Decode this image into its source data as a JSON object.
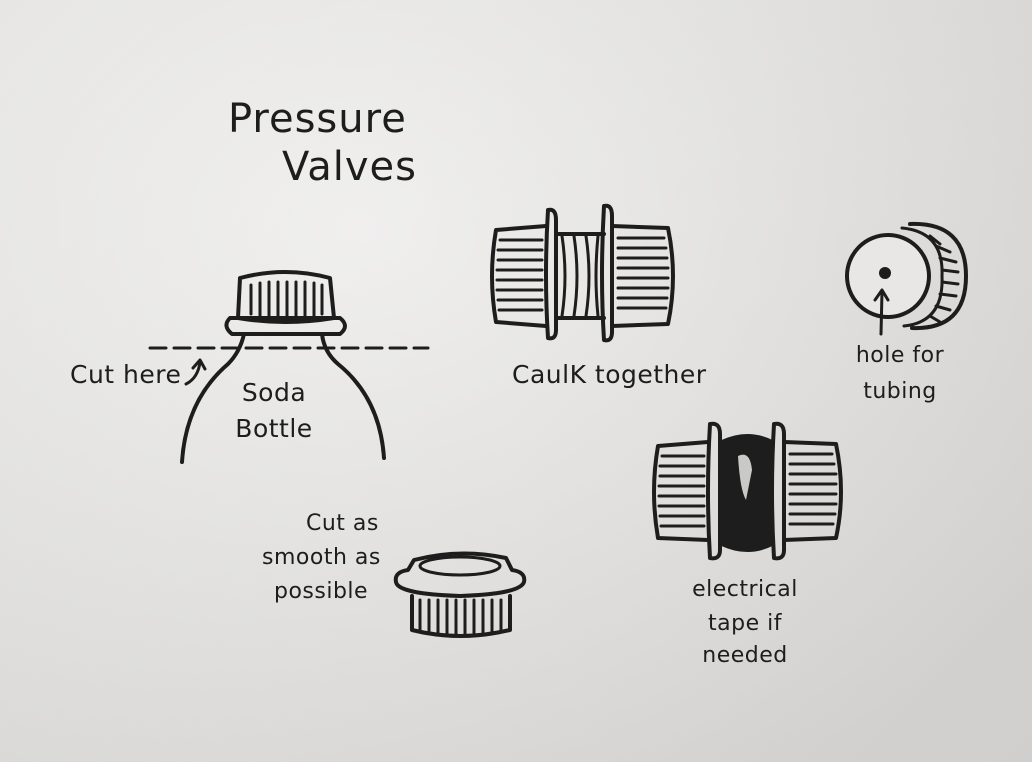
{
  "title": {
    "line1": "Pressure",
    "line2": "Valves"
  },
  "labels": {
    "cut_here": "Cut here",
    "soda_bottle_line1": "Soda",
    "soda_bottle_line2": "Bottle",
    "caulk_together": "CaulK together",
    "hole_for_tubing_line1": "hole for",
    "hole_for_tubing_line2": "tubing",
    "cut_smooth_line1": "Cut as",
    "cut_smooth_line2": "smooth as",
    "cut_smooth_line3": "possible",
    "electrical_tape_line1": "electrical",
    "electrical_tape_line2": "tape if",
    "electrical_tape_line3": "needed"
  },
  "colors": {
    "ink": "#1d1d1d",
    "paper": "#e8e7e5"
  }
}
